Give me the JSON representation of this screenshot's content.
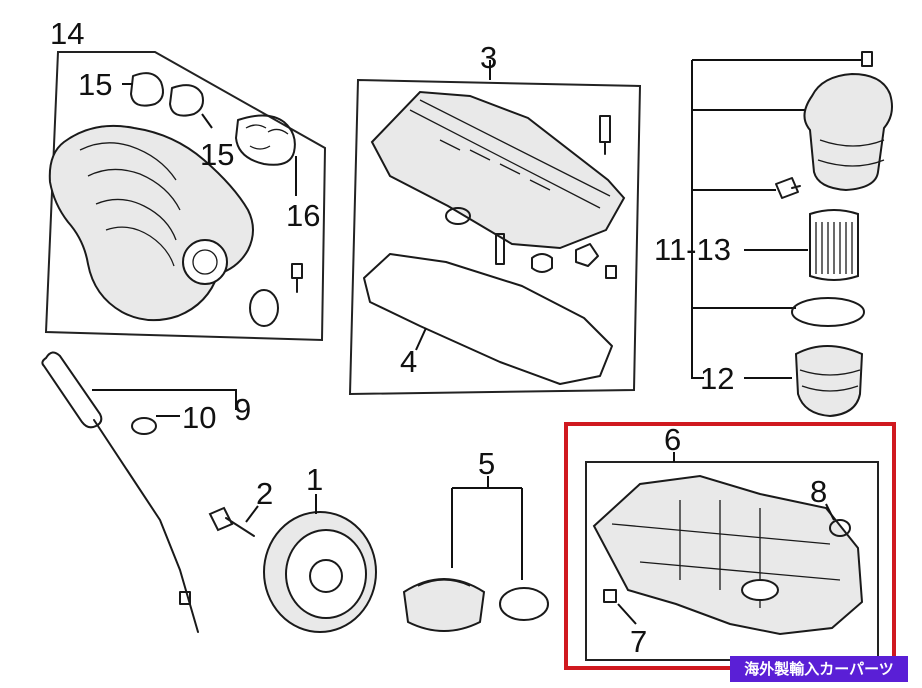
{
  "callouts": {
    "c1": "1",
    "c2": "2",
    "c3": "3",
    "c4": "4",
    "c5": "5",
    "c6": "6",
    "c7": "7",
    "c8": "8",
    "c9": "9",
    "c10": "10",
    "c11_13": "11-13",
    "c12": "12",
    "c14": "14",
    "c15a": "15",
    "c15b": "15",
    "c16": "16"
  },
  "highlight": {
    "color": "#d0191f",
    "part": "6"
  },
  "watermark": {
    "text": "海外製輸入カーパーツ",
    "color": "#5a1fd6"
  }
}
